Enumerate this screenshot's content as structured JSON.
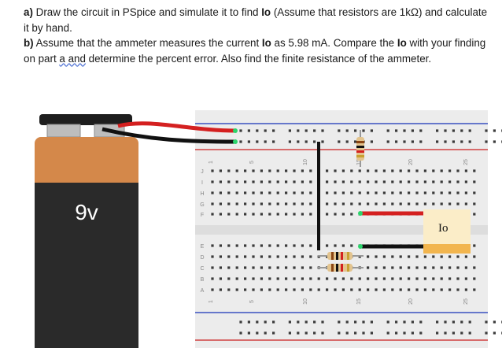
{
  "question": {
    "a": {
      "prefix": "a)",
      "t1": " Draw the circuit in PSpice and simulate it to find ",
      "io": "Io",
      "t2": " (Assume that resistors are 1kΩ) and calculate it by hand."
    },
    "b": {
      "prefix": "b)",
      "t1": " Assume that the ammeter measures the current ",
      "io": "Io",
      "t2": " as 5.98 mA. Compare the ",
      "io2": "Io",
      "t3": " with your finding on part ",
      "link": "a and",
      "t4": " determine the percent error. Also find the finite resistance of the ammeter."
    }
  },
  "figure": {
    "battery_label": "9v",
    "ammeter_label": "Io",
    "row_letters_top": [
      "J",
      "I",
      "H",
      "G",
      "F"
    ],
    "row_letters_bottom": [
      "E",
      "D",
      "C",
      "B",
      "A"
    ],
    "column_numbers": [
      "1",
      "5",
      "10",
      "15",
      "20",
      "25"
    ]
  },
  "colors": {
    "battery_copper": "#d4884a",
    "battery_black": "#2a2a2a",
    "wire_red": "#d42020",
    "wire_black": "#111111",
    "rail_red": "#d04040",
    "rail_blue": "#3a50c0",
    "ammeter_body": "#fbedc8",
    "ammeter_band": "#f2b54e",
    "resistor_body": "#e3c48e"
  }
}
